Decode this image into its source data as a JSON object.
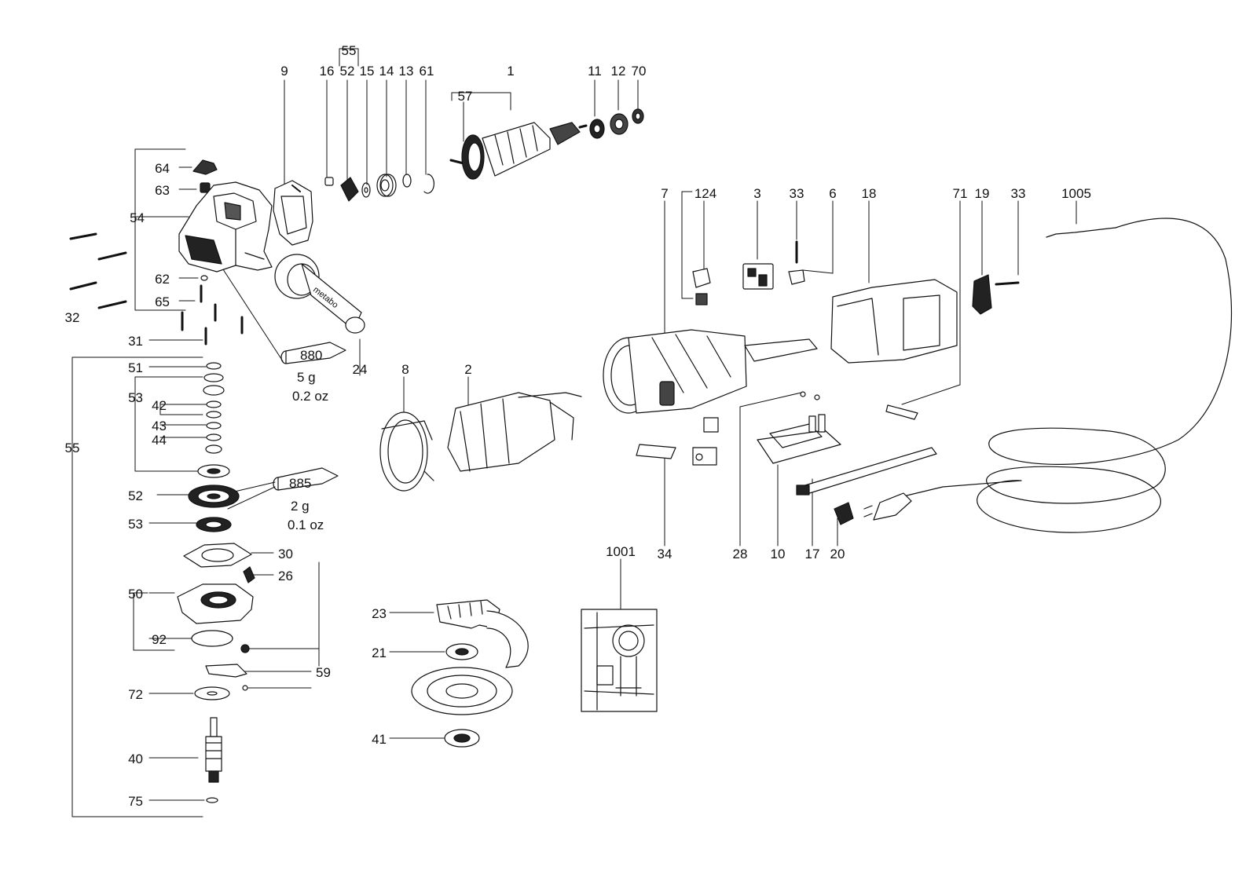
{
  "diagram": {
    "labels": {
      "p1": "1",
      "p2": "2",
      "p3": "3",
      "p6": "6",
      "p7": "7",
      "p8": "8",
      "p9": "9",
      "p10": "10",
      "p11": "11",
      "p12": "12",
      "p13": "13",
      "p14": "14",
      "p15": "15",
      "p16": "16",
      "p17": "17",
      "p18": "18",
      "p19": "19",
      "p20": "20",
      "p21": "21",
      "p23": "23",
      "p24": "24",
      "p26": "26",
      "p28": "28",
      "p30": "30",
      "p31": "31",
      "p32": "32",
      "p33a": "33",
      "p33b": "33",
      "p34": "34",
      "p40": "40",
      "p41": "41",
      "p42": "42",
      "p43": "43",
      "p44": "44",
      "p50": "50",
      "p51": "51",
      "p52a": "52",
      "p52b": "52",
      "p53a": "53",
      "p53b": "53",
      "p54": "54",
      "p55a": "55",
      "p55b": "55",
      "p57": "57",
      "p59": "59",
      "p61": "61",
      "p62": "62",
      "p63": "63",
      "p64": "64",
      "p65": "65",
      "p70": "70",
      "p71": "71",
      "p72": "72",
      "p75": "75",
      "p92": "92",
      "p124": "124",
      "p1001": "1001",
      "p1005": "1005"
    },
    "grease": [
      {
        "code": "880",
        "metric": "5 g",
        "imperial": "0.2 oz"
      },
      {
        "code": "885",
        "metric": "2 g",
        "imperial": "0.1 oz"
      }
    ],
    "brand_mark": "metabo"
  }
}
